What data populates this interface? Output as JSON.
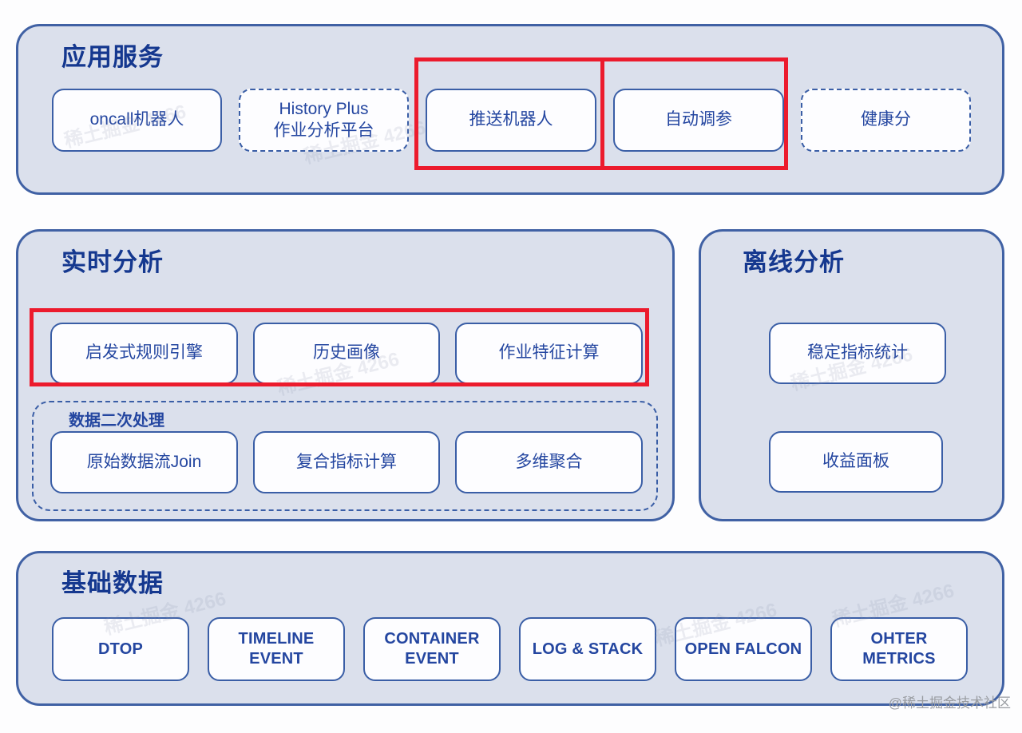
{
  "colors": {
    "panel_fill": "#dbe0ec",
    "panel_border": "#4061a4",
    "box_border": "#3a5ea6",
    "box_fill": "#fdfdff",
    "box_text": "#2446a0",
    "title_text": "#15388f",
    "highlight_red": "#ec1b2d",
    "watermark_gray": "#999ca1"
  },
  "panels": {
    "app_services": {
      "title": "应用服务",
      "boxes": {
        "oncall": "oncall机器人",
        "history_line1": "History Plus",
        "history_line2": "作业分析平台",
        "push": "推送机器人",
        "autotune": "自动调参",
        "health": "健康分"
      }
    },
    "realtime": {
      "title": "实时分析",
      "row1": [
        "启发式规则引擎",
        "历史画像",
        "作业特征计算"
      ],
      "subgroup": {
        "label": "数据二次处理",
        "boxes": [
          "原始数据流Join",
          "复合指标计算",
          "多维聚合"
        ]
      }
    },
    "offline": {
      "title": "离线分析",
      "boxes": [
        "稳定指标统计",
        "收益面板"
      ]
    },
    "base_data": {
      "title": "基础数据",
      "boxes": [
        "DTOP",
        "TIMELINE EVENT",
        "CONTAINER EVENT",
        "LOG & STACK",
        "OPEN FALCON",
        "OHTER METRICS"
      ]
    }
  },
  "watermark": {
    "corner": "@稀土掘金技术社区",
    "background": "稀土掘金 4266"
  }
}
